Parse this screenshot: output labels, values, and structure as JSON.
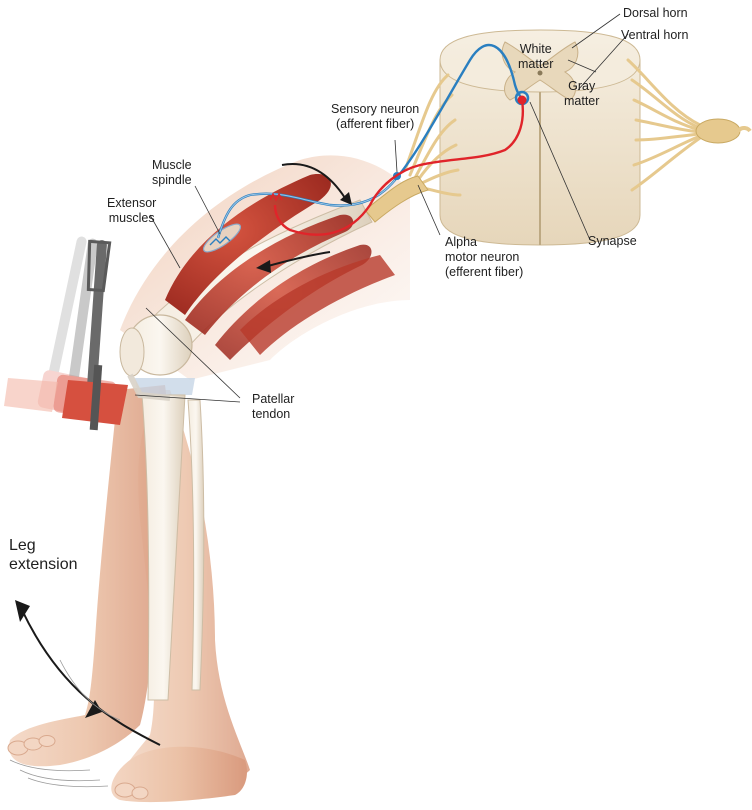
{
  "labels": {
    "dorsal_horn": "Dorsal horn",
    "ventral_horn": "Ventral horn",
    "white_matter": [
      "White",
      "matter"
    ],
    "gray_matter": [
      "Gray",
      "matter"
    ],
    "sensory_neuron": [
      "Sensory neuron",
      "(afferent fiber)"
    ],
    "muscle_spindle": [
      "Muscle",
      "spindle"
    ],
    "extensor_muscles": [
      "Extensor",
      "muscles"
    ],
    "alpha_motor_neuron": [
      "Alpha",
      "motor neuron",
      "(efferent fiber)"
    ],
    "synapse": "Synapse",
    "patellar_tendon": [
      "Patellar",
      "tendon"
    ],
    "leg_extension": [
      "Leg",
      "extension"
    ]
  },
  "colors": {
    "afferent_fiber": "#2a7fc0",
    "efferent_fiber": "#e0242a",
    "muscle": "#b8392c",
    "skin": "#ecc2a8",
    "spinal_cord": "#efe4cf",
    "nerve": "#e6c98e"
  }
}
